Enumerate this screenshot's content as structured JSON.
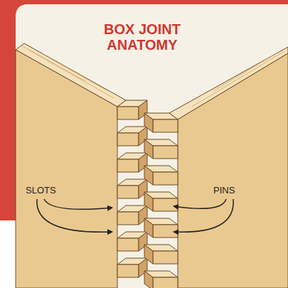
{
  "diagram": {
    "title": "BOX JOINT ANATOMY",
    "labels": [
      "SLOTS",
      "PINS"
    ]
  }
}
